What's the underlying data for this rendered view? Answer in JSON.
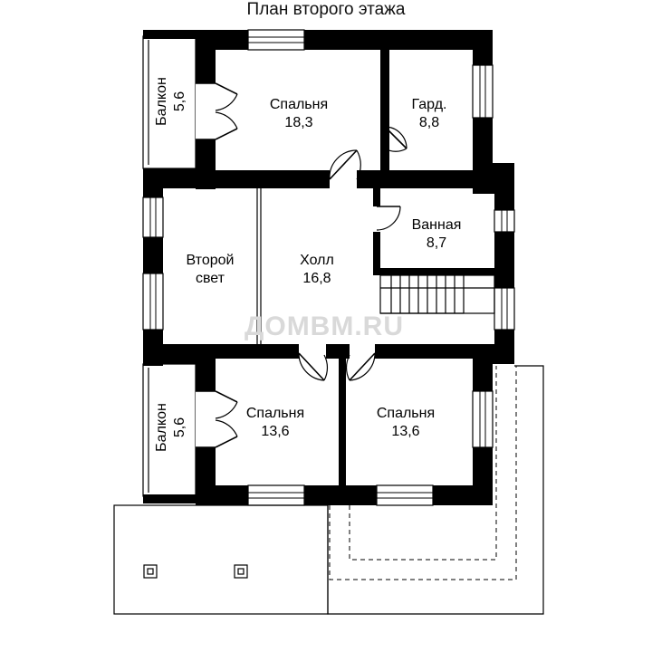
{
  "title": "План второго этажа",
  "watermark": "ДОМВМ.RU",
  "rooms": {
    "bedroom_top": {
      "name": "Спальня",
      "area": "18,3"
    },
    "wardrobe": {
      "name": "Гард.",
      "area": "8,8"
    },
    "bathroom": {
      "name": "Ванная",
      "area": "8,7"
    },
    "second_light": {
      "name": "Второй",
      "name2": "свет"
    },
    "hall": {
      "name": "Холл",
      "area": "16,8"
    },
    "bedroom_left": {
      "name": "Спальня",
      "area": "13,6"
    },
    "bedroom_right": {
      "name": "Спальня",
      "area": "13,6"
    },
    "balcony_top": {
      "name": "Балкон",
      "area": "5,6"
    },
    "balcony_bottom": {
      "name": "Балкон",
      "area": "5,6"
    }
  }
}
